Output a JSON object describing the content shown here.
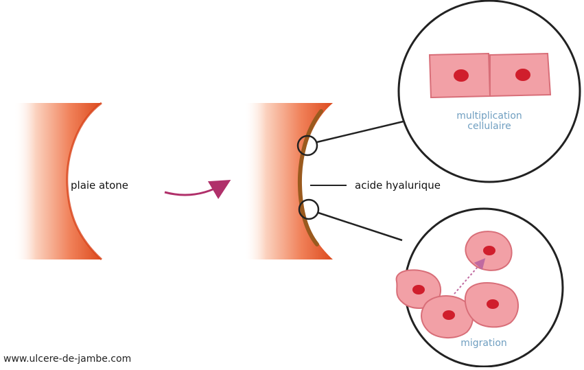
{
  "labels": {
    "wound_left": "plaie atone",
    "hyaluronic": "acide hyalurique",
    "multiplication_line1": "multiplication",
    "multiplication_line2": "cellulaire",
    "migration": "migration",
    "website": "www.ulcere-de-jambe.com"
  },
  "colors": {
    "wound_outer": "#f8c6b0",
    "wound_mid": "#f07a52",
    "wound_edge": "#d8441a",
    "hyaluronic_layer": "#9a5a1e",
    "arrow": "#b0306a",
    "cell_fill": "#f2a0a6",
    "cell_stroke": "#d86e78",
    "nucleus": "#d01e2c",
    "circle_stroke": "#222222",
    "blue_text": "#6f9ec0"
  }
}
